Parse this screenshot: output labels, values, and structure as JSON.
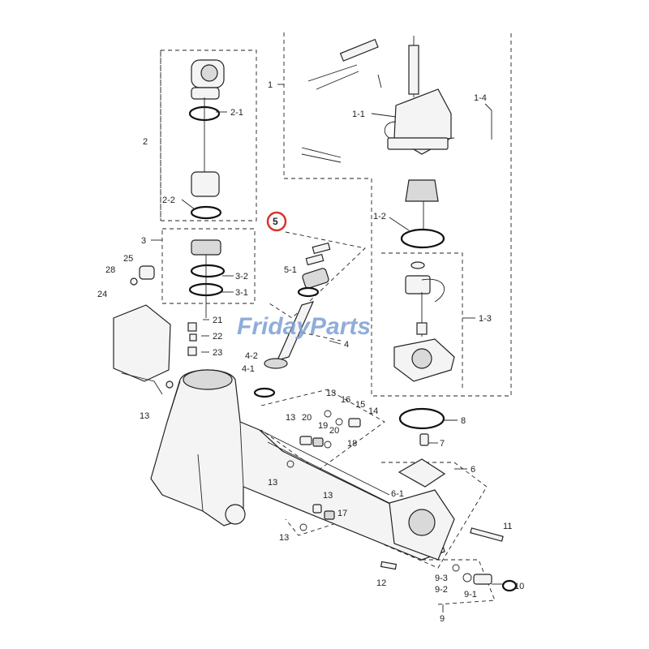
{
  "watermark": {
    "text": "FridayParts",
    "color": "#7d9fd3"
  },
  "highlight": {
    "label": "5",
    "color": "#d9342b"
  },
  "labels": {
    "l1": "1",
    "l1_1": "1-1",
    "l1_2": "1-2",
    "l1_3": "1-3",
    "l1_4": "1-4",
    "l2": "2",
    "l2_1": "2-1",
    "l2_2": "2-2",
    "l3": "3",
    "l3_1": "3-1",
    "l3_2": "3-2",
    "l4": "4",
    "l4_1": "4-1",
    "l4_2": "4-2",
    "l5_1": "5-1",
    "l6": "6",
    "l6_1": "6-1",
    "l7": "7",
    "l8": "8",
    "l9": "9",
    "l9_1": "9-1",
    "l9_2": "9-2",
    "l9_3": "9-3",
    "l10": "10",
    "l11": "11",
    "l12": "12",
    "l13a": "13",
    "l13b": "13",
    "l13c": "13",
    "l13d": "13",
    "l13e": "13",
    "l13f": "13",
    "l14": "14",
    "l15": "15",
    "l16": "16",
    "l17": "17",
    "l18": "18",
    "l19": "19",
    "l20a": "20",
    "l20b": "20",
    "l21": "21",
    "l22": "22",
    "l23": "23",
    "l24": "24",
    "l25": "25",
    "l28": "28"
  }
}
